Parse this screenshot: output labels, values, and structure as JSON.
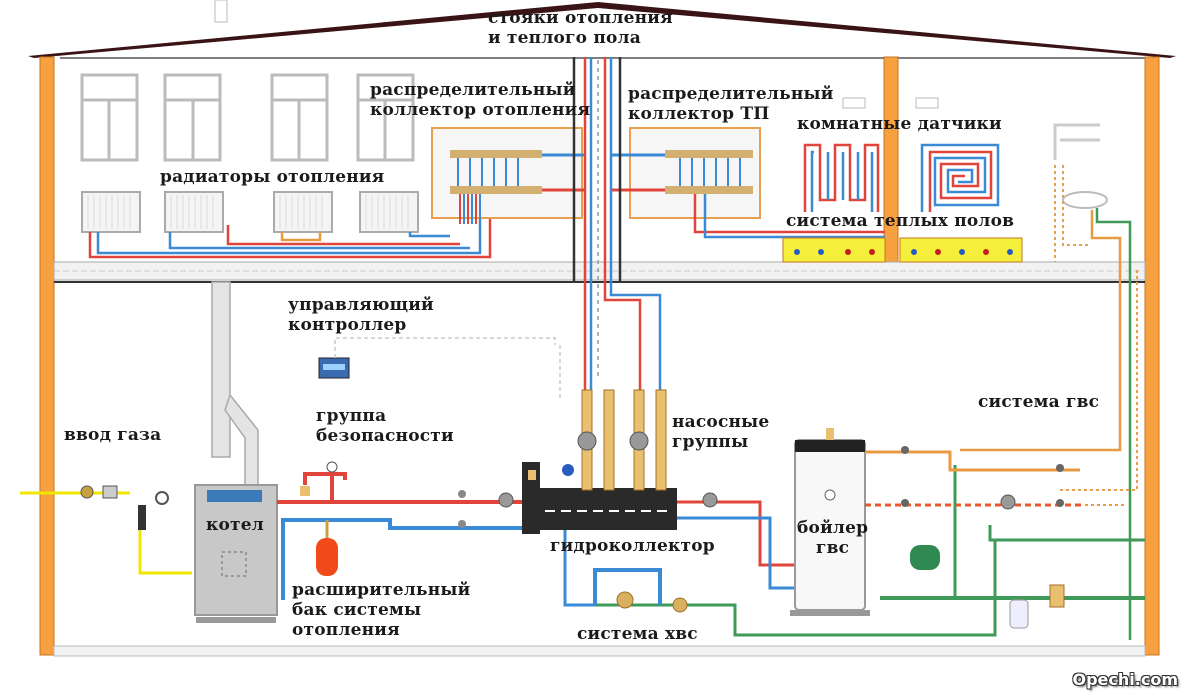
{
  "labels": {
    "risers": "стояки отопления\nи теплого пола",
    "heating_manifold": "распределительный\nколлектор отопления",
    "floor_manifold": "распределительный\nколлектор ТП",
    "room_sensors": "комнатные датчики",
    "radiators": "радиаторы отопления",
    "floor_heating": "система теплых полов",
    "controller": "управляющий\nконтроллер",
    "safety_group": "группа\nбезопасности",
    "gas_inlet": "ввод газа",
    "boiler": "котел",
    "expansion_tank": "расширительный\nбак системы\nотопления",
    "pump_groups": "насосные\nгруппы",
    "hydro_collector": "гидроколлектор",
    "dhw_boiler": "бойлер\nгвс",
    "cold_water": "система хвс",
    "hot_water": "система гвс"
  },
  "watermark": "Opechi.com",
  "colors": {
    "wall": "#f7a040",
    "roof": "#3a1414",
    "supply": "#e0443a",
    "return": "#3a8ad6",
    "gas": "#f2e600",
    "dhw": "#e89a40",
    "cold": "#3f9a5a",
    "floor_slab": "#e8e8e8",
    "screed": "#f4ef3a"
  }
}
